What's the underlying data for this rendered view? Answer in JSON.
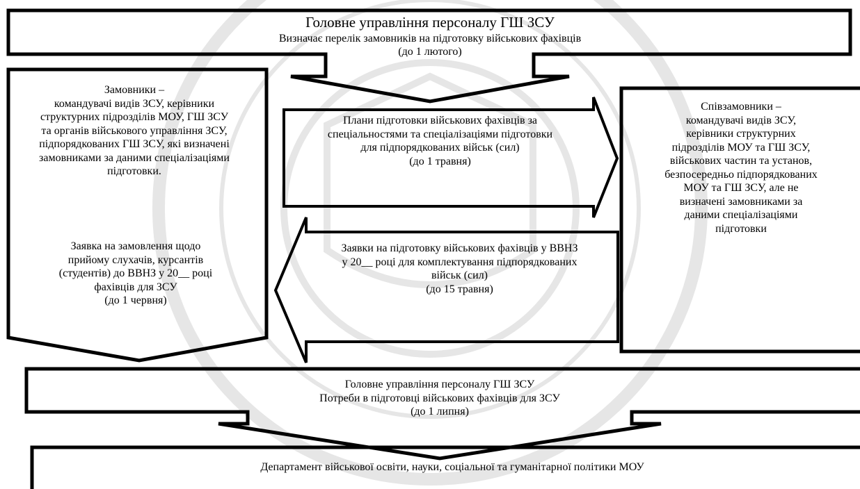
{
  "top_box": {
    "title": "Головне управління персоналу ГШ ЗСУ",
    "line1": "Визначає перелік замовників на підготовку військових фахівців",
    "line2": "(до 1 лютого)"
  },
  "customers": {
    "l1": "Замовники –",
    "l2": "командувачі видів ЗСУ, керівники",
    "l3": "структурних підрозділів МОУ, ГШ ЗСУ",
    "l4": "та органів військового управління ЗСУ,",
    "l5": "підпорядкованих ГШ ЗСУ, які визначені",
    "l6": "замовниками за даними спеціалізаціями",
    "l7": "підготовки.",
    "a1": "Заявка на замовлення щодо",
    "a2": "прийому слухачів, курсантів",
    "a3": "(студентів) до ВВНЗ у 20__ році",
    "a4": "фахівців для ЗСУ",
    "a5": "(до 1 червня)"
  },
  "plans_arrow": {
    "l1": "Плани підготовки військових фахівців за",
    "l2": "спеціальностями та спеціалізаціями підготовки",
    "l3": "для підпорядкованих військ (сил)",
    "l4": "(до 1 травня)"
  },
  "requests_arrow": {
    "l1": "Заявки на підготовку військових фахівців у ВВНЗ",
    "l2": "у 20__ році для комплектування підпорядкованих",
    "l3": "військ (сил)",
    "l4": "(до 15 травня)"
  },
  "cocustomers": {
    "l1": "Співзамовники –",
    "l2": "командувачі видів ЗСУ,",
    "l3": "керівники структурних",
    "l4": "підрозділів МОУ та ГШ ЗСУ,",
    "l5": "військових частин та установ,",
    "l6": "безпосередньо підпорядкованих",
    "l7": "МОУ та ГШ ЗСУ, але не",
    "l8": "визначені замовниками за",
    "l9": "даними спеціалізаціями",
    "l10": "підготовки"
  },
  "middle_box": {
    "title": "Головне управління персоналу ГШ ЗСУ",
    "line1": "Потреби в підготовці військових фахівців для ЗСУ",
    "line2": "(до 1 липня)"
  },
  "bottom_box": {
    "line1": "Департамент військової освіти, науки, соціальної та гуманітарної політики МОУ"
  },
  "colors": {
    "stroke": "#000000",
    "watermark": "#e6e6e6",
    "background": "#ffffff"
  }
}
